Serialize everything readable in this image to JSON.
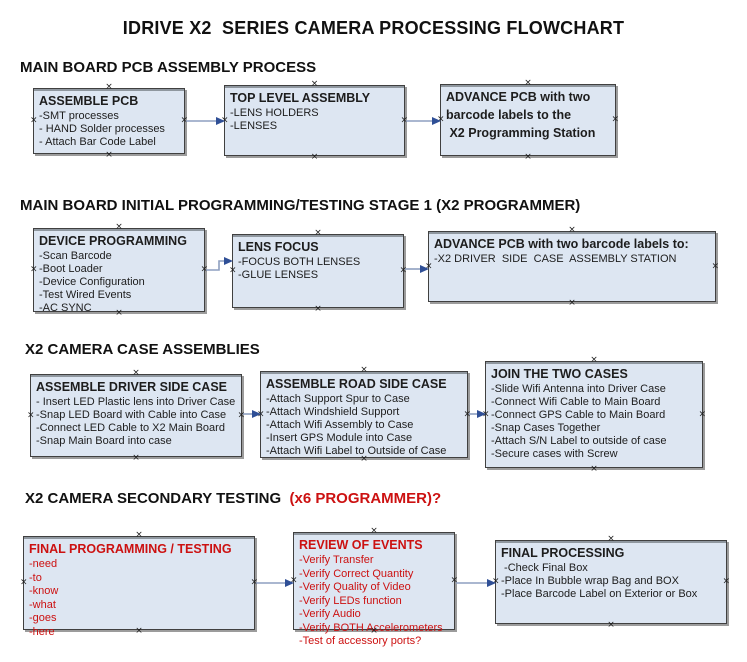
{
  "title": "IDRIVE X2  SERIES CAMERA PROCESSING FLOWCHART",
  "icons": {
    "connection_handle": "×"
  },
  "colors": {
    "box_fill": "#dde6f2",
    "box_border": "#404040",
    "shadow_gray": "#9c9c9c",
    "arrow_line": "#8e9fc0",
    "arrow_head": "#2f4f96",
    "accent_red": "#cc1111",
    "text_black": "#1d1d1d"
  },
  "sections": [
    {
      "heading": "MAIN BOARD PCB ASSEMBLY PROCESS",
      "boxes": [
        {
          "title": "ASSEMBLE PCB",
          "items": [
            "-SMT processes",
            "- HAND Solder processes",
            "- Attach Bar Code Label"
          ]
        },
        {
          "title": "TOP LEVEL ASSEMBLY",
          "items": [
            "-LENS HOLDERS",
            "-LENSES"
          ]
        },
        {
          "title": "ADVANCE PCB with two",
          "items": [
            "barcode labels to the",
            " X2 Programming Station"
          ]
        }
      ]
    },
    {
      "heading": "MAIN BOARD INITIAL PROGRAMMING/TESTING STAGE 1 (X2 PROGRAMMER)",
      "boxes": [
        {
          "title": "DEVICE PROGRAMMING",
          "items": [
            "-Scan Barcode",
            "-Boot Loader",
            "-Device Configuration",
            "-Test Wired Events",
            "-AC SYNC"
          ]
        },
        {
          "title": "LENS FOCUS",
          "items": [
            "-FOCUS BOTH LENSES",
            "-GLUE LENSES"
          ]
        },
        {
          "title": "ADVANCE PCB with two barcode labels to:",
          "items": [
            "-X2 DRIVER  SIDE  CASE  ASSEMBLY STATION"
          ]
        }
      ]
    },
    {
      "heading": "X2 CAMERA CASE ASSEMBLIES",
      "boxes": [
        {
          "title": "ASSEMBLE DRIVER SIDE CASE",
          "items": [
            "- Insert LED Plastic lens into Driver Case",
            "-Snap LED Board with Cable into Case",
            "-Connect LED Cable to X2 Main Board",
            "-Snap Main Board into case"
          ]
        },
        {
          "title": "ASSEMBLE ROAD SIDE CASE",
          "items": [
            "-Attach Support Spur to Case",
            "-Attach Windshield Support",
            "-Attach Wifi Assembly to Case",
            "-Insert GPS Module into Case",
            "-Attach Wifi Label to Outside of Case"
          ]
        },
        {
          "title": "JOIN THE TWO CASES",
          "items": [
            "-Slide Wifi Antenna into Driver Case",
            "-Connect Wifi Cable to Main Board",
            "-Connect GPS Cable to Main Board",
            "-Snap Cases Together",
            "-Attach S/N Label to outside of case",
            "-Secure cases with Screw"
          ]
        }
      ]
    },
    {
      "heading": "X2 CAMERA SECONDARY TESTING  ",
      "heading_suffix_red": "(x6 PROGRAMMER)?",
      "boxes": [
        {
          "title": "FINAL PROGRAMMING / TESTING",
          "items": [
            "-need",
            "-to",
            "-know",
            "-what",
            "-goes",
            "-here"
          ]
        },
        {
          "title": "REVIEW OF EVENTS",
          "items": [
            "-Verify Transfer",
            "-Verify Correct Quantity",
            "-Verify Quality of Video",
            "-Verify LEDs function",
            "-Verify Audio",
            "-Verify BOTH Accelerometers",
            "-Test of accessory ports?"
          ]
        },
        {
          "title": "FINAL PROCESSING",
          "items": [
            " -Check Final Box",
            "-Place In Bubble wrap Bag and BOX",
            "-Place Barcode Label on Exterior or Box"
          ]
        }
      ]
    }
  ]
}
